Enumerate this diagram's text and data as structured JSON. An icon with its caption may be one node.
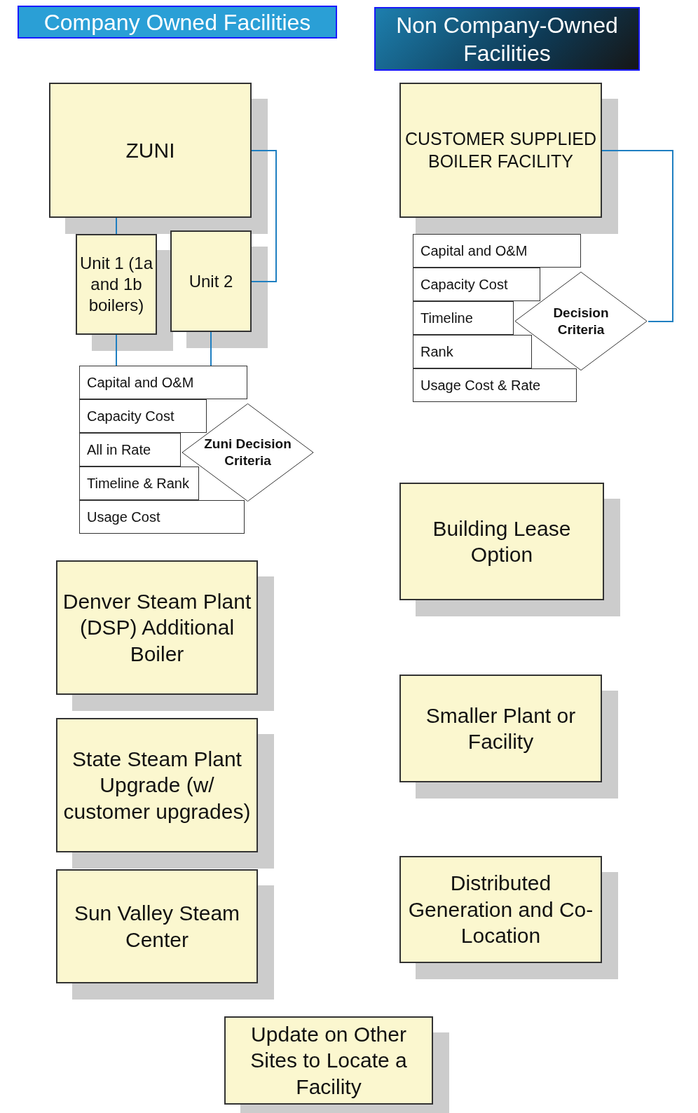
{
  "diagram": {
    "nodes": [
      {
        "text": [
          "Company Owned Facilities"
        ]
      },
      {
        "text": [
          "Non Company-Owned Facilities"
        ]
      },
      {
        "text": [
          "ZUNI"
        ]
      },
      {
        "text": [
          "Unit 1 (1a and 1b boilers)"
        ]
      },
      {
        "text": [
          "Unit 2"
        ]
      },
      {
        "text": [
          "Capital and O&M"
        ]
      },
      {
        "text": [
          "Capacity Cost"
        ]
      },
      {
        "text": [
          "All in Rate"
        ]
      },
      {
        "text": [
          "Timeline & Rank"
        ]
      },
      {
        "text": [
          "Usage Cost"
        ]
      },
      {
        "text": [
          "Zuni Decision Criteria"
        ]
      },
      {
        "text": [
          "CUSTOMER SUPPLIED BOILER FACILITY"
        ]
      },
      {
        "text": [
          "Capital and O&M"
        ]
      },
      {
        "text": [
          "Capacity Cost"
        ]
      },
      {
        "text": [
          "Timeline"
        ]
      },
      {
        "text": [
          "Rank"
        ]
      },
      {
        "text": [
          "Usage Cost & Rate"
        ]
      },
      {
        "text": [
          "Decision Criteria"
        ]
      },
      {
        "text": [
          "Building Lease Option"
        ]
      },
      {
        "text": [
          "Denver Steam Plant (DSP) Additional Boiler"
        ]
      },
      {
        "text": [
          "State Steam Plant Upgrade (w/ customer upgrades)"
        ]
      },
      {
        "text": [
          "Smaller Plant or Facility"
        ]
      },
      {
        "text": [
          "Sun Valley Steam Center"
        ]
      },
      {
        "text": [
          "Distributed Generation and Co-Location"
        ]
      },
      {
        "text": [
          "Update on Other Sites to Locate a Facility"
        ]
      }
    ],
    "edges": [
      {
        "from": 2,
        "to": 3,
        "arrow": "none"
      },
      {
        "from": 2,
        "to": 4,
        "arrow": "none"
      },
      {
        "from": 3,
        "to": 5,
        "arrow": "none"
      },
      {
        "from": 4,
        "to": 5,
        "arrow": "none"
      },
      {
        "from": 11,
        "to": 17,
        "arrow": "none"
      }
    ]
  }
}
